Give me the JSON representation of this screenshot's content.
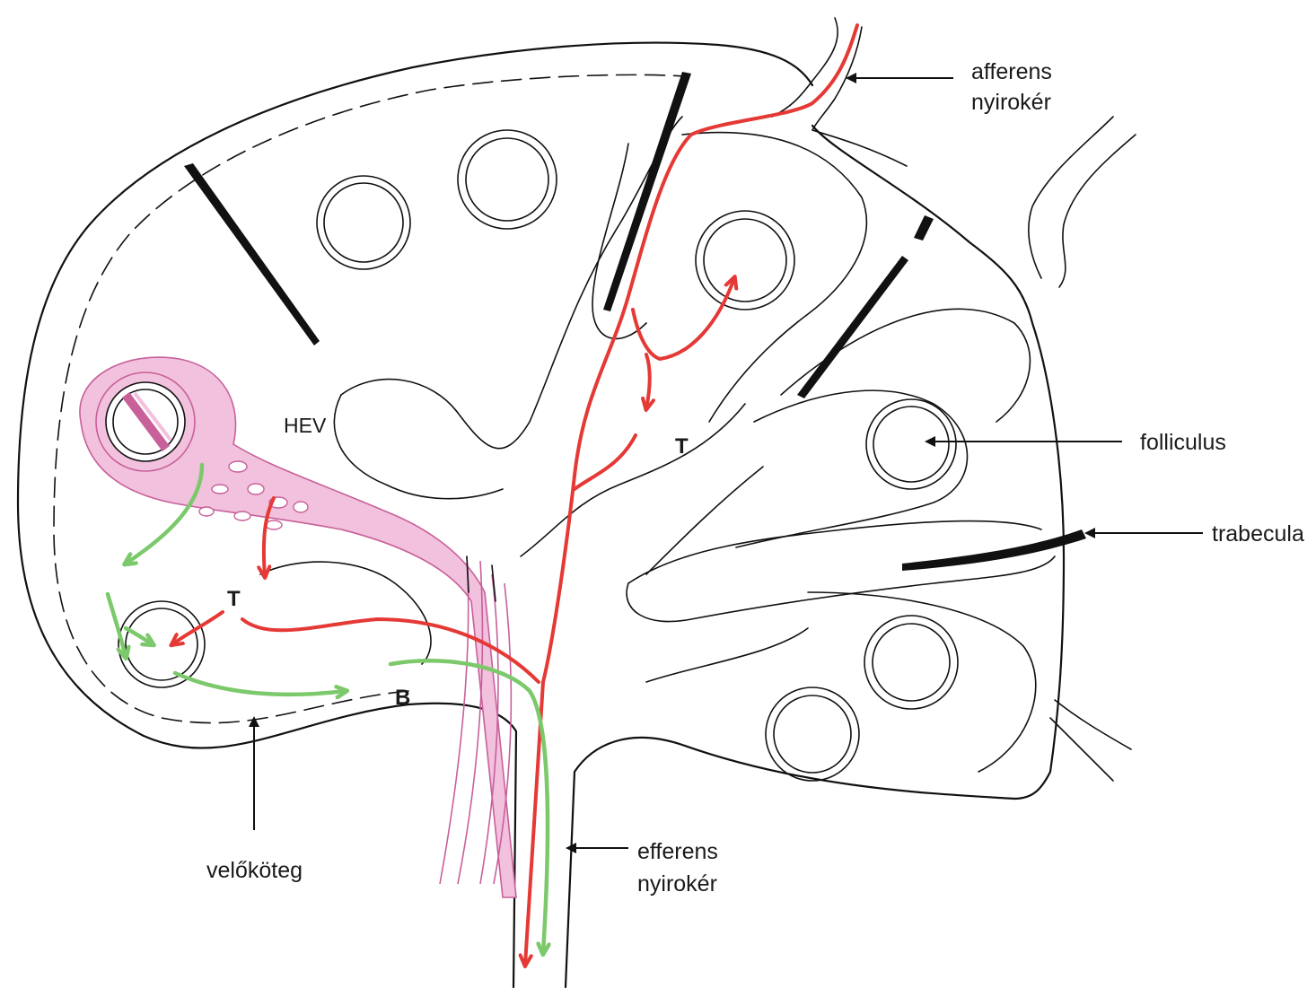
{
  "labels": {
    "afferens_line1": "afferens",
    "afferens_line2": "nyirokér",
    "efferens_line1": "efferens",
    "efferens_line2": "nyirokér",
    "folliculus": "folliculus",
    "trabecula": "trabecula",
    "velokoteg": "velőköteg",
    "hev": "HEV",
    "t_upper": "T",
    "t_lower": "T",
    "b": "B"
  },
  "colors": {
    "t_cell_path": "#e53935",
    "b_cell_path": "#7cc96b",
    "hev_vessel": "#f2c1dd",
    "outline": "#111111"
  },
  "icons": {
    "arrowheads": "triangle"
  }
}
